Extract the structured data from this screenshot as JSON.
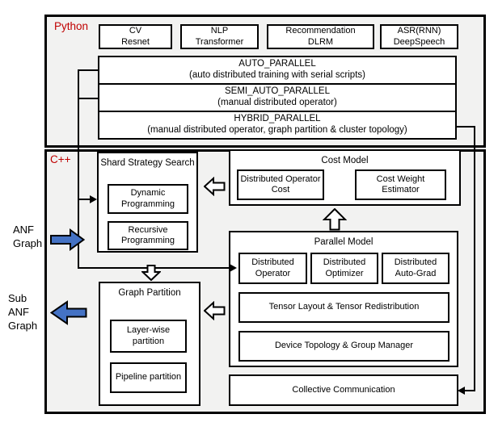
{
  "sections": {
    "python": {
      "label": "Python"
    },
    "cpp": {
      "label": "C++"
    }
  },
  "app_boxes": [
    {
      "line1": "CV",
      "line2": "Resnet"
    },
    {
      "line1": "NLP",
      "line2": "Transformer"
    },
    {
      "line1": "Recommendation",
      "line2": "DLRM"
    },
    {
      "line1": "ASR(RNN)",
      "line2": "DeepSpeech"
    }
  ],
  "parallel_modes": [
    {
      "title": "AUTO_PARALLEL",
      "subtitle": "(auto distributed training with serial scripts)"
    },
    {
      "title": "SEMI_AUTO_PARALLEL",
      "subtitle": "(manual distributed operator)"
    },
    {
      "title": "HYBRID_PARALLEL",
      "subtitle": "(manual distributed operator, graph partition & cluster topology)"
    }
  ],
  "shard_strategy": {
    "title": "Shard Strategy Search",
    "items": [
      "Dynamic Programming",
      "Recursive Programming"
    ]
  },
  "cost_model": {
    "title": "Cost Model",
    "items": [
      "Distributed Operator Cost",
      "Cost Weight Estimator"
    ]
  },
  "parallel_model": {
    "title": "Parallel Model",
    "row_items": [
      "Distributed Operator",
      "Distributed Optimizer",
      "Distributed Auto-Grad"
    ],
    "wide_items": [
      "Tensor Layout & Tensor Redistribution",
      "Device Topology & Group Manager"
    ]
  },
  "graph_partition": {
    "title": "Graph Partition",
    "items": [
      "Layer-wise partition",
      "Pipeline partition"
    ]
  },
  "collective_communication": {
    "label": "Collective Communication"
  },
  "side_labels": {
    "anf_graph": "ANF Graph",
    "sub_anf_graph": "Sub ANF Graph"
  },
  "colors": {
    "accent_red": "#c00000",
    "arrow_blue": "#4472c4",
    "panel_bg": "#f2f2f1",
    "line": "#000000"
  }
}
